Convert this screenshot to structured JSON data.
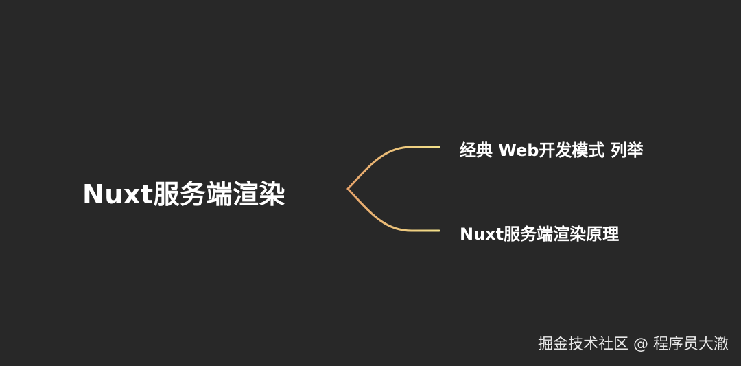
{
  "mindmap": {
    "root": {
      "label": "Nuxt服务端渲染"
    },
    "branches": [
      {
        "label": "经典 Web开发模式 列举"
      },
      {
        "label": "Nuxt服务端渲染原理"
      }
    ]
  },
  "colors": {
    "background": "#282828",
    "text": "#ffffff",
    "connector_start": "#e6a36a",
    "connector_end": "#f2e08a"
  },
  "watermark": {
    "text": "掘金技术社区 @ 程序员大澈"
  }
}
